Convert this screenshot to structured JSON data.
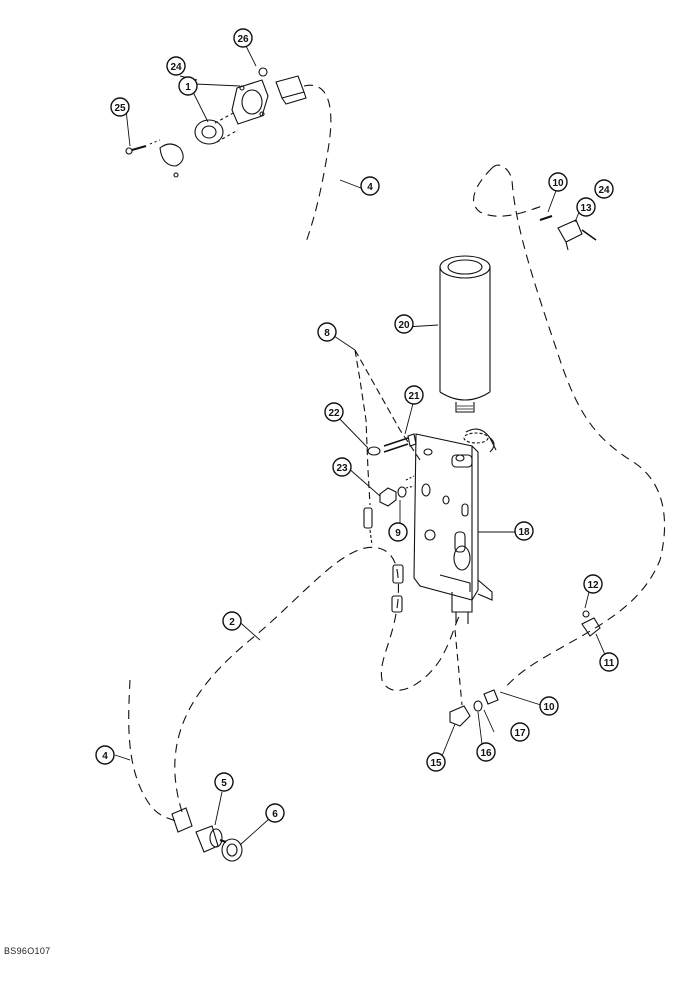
{
  "figure_id": "BS96O107",
  "callouts": [
    "1",
    "2",
    "4",
    "4",
    "5",
    "6",
    "8",
    "9",
    "10",
    "10",
    "11",
    "12",
    "13",
    "15",
    "16",
    "17",
    "18",
    "20",
    "21",
    "22",
    "23",
    "24",
    "24",
    "25",
    "26"
  ]
}
